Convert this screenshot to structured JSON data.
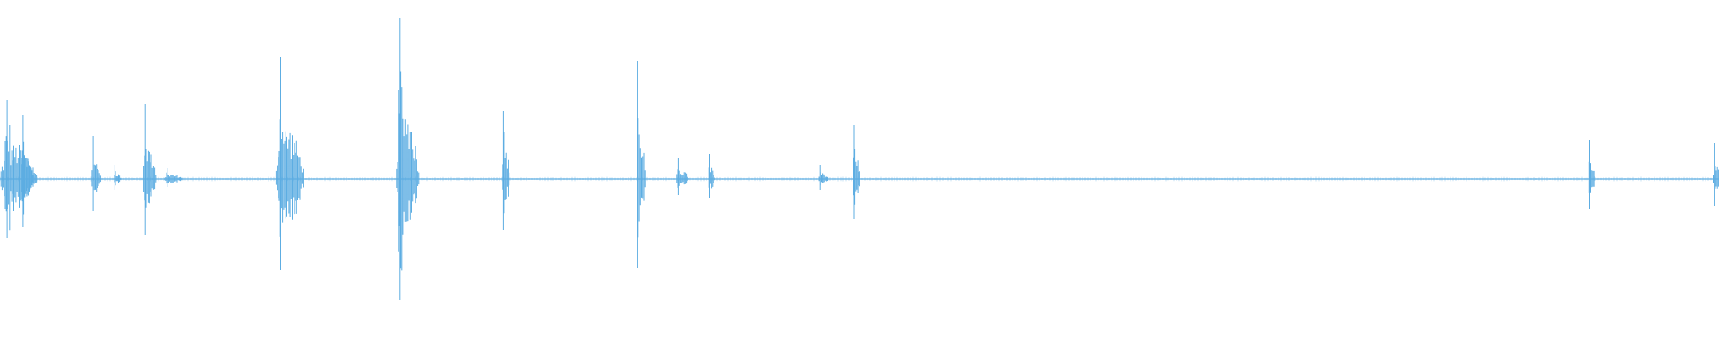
{
  "waveform": {
    "color": "#5DADE2",
    "background": "#FFFFFF",
    "bursts": [
      {
        "position": 0.0,
        "amplitude": 0.22,
        "duration": 0.028
      },
      {
        "position": 0.012,
        "amplitude": 0.18,
        "duration": 0.01
      },
      {
        "position": 0.053,
        "amplitude": 0.12,
        "duration": 0.008
      },
      {
        "position": 0.066,
        "amplitude": 0.04,
        "duration": 0.006
      },
      {
        "position": 0.083,
        "amplitude": 0.21,
        "duration": 0.01
      },
      {
        "position": 0.095,
        "amplitude": 0.03,
        "duration": 0.015
      },
      {
        "position": 0.16,
        "amplitude": 0.34,
        "duration": 0.022
      },
      {
        "position": 0.23,
        "amplitude": 0.45,
        "duration": 0.018
      },
      {
        "position": 0.292,
        "amplitude": 0.19,
        "duration": 0.006
      },
      {
        "position": 0.37,
        "amplitude": 0.33,
        "duration": 0.007
      },
      {
        "position": 0.393,
        "amplitude": 0.06,
        "duration": 0.01
      },
      {
        "position": 0.412,
        "amplitude": 0.07,
        "duration": 0.005
      },
      {
        "position": 0.476,
        "amplitude": 0.04,
        "duration": 0.008
      },
      {
        "position": 0.496,
        "amplitude": 0.15,
        "duration": 0.006
      },
      {
        "position": 0.924,
        "amplitude": 0.11,
        "duration": 0.005
      },
      {
        "position": 0.996,
        "amplitude": 0.1,
        "duration": 0.008
      }
    ]
  }
}
